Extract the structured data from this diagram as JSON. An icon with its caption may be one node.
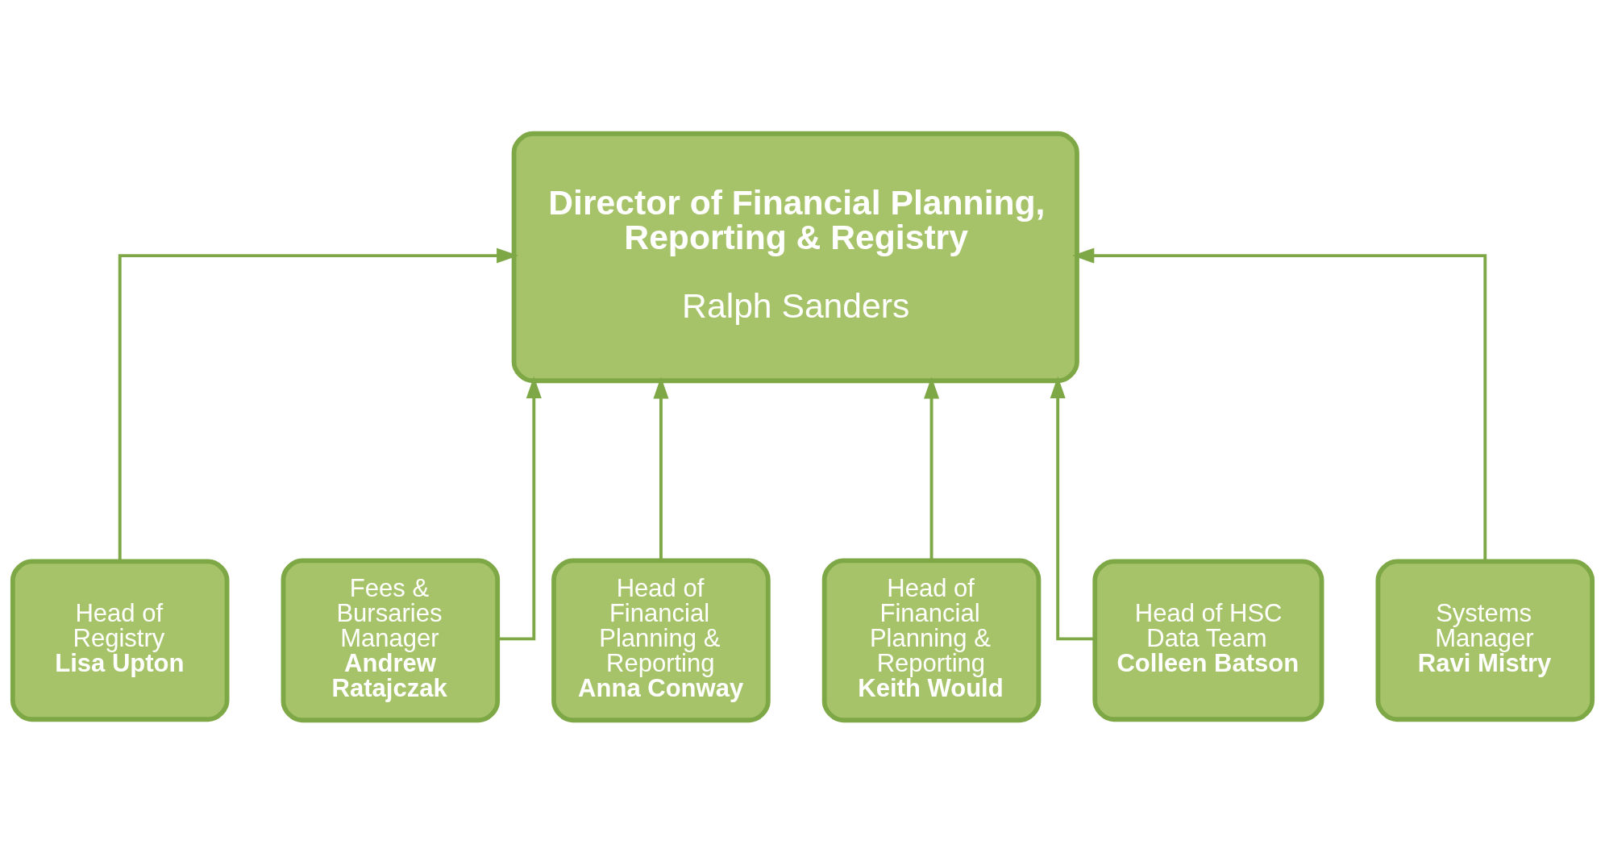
{
  "diagram": {
    "nodes": [
      {
        "text": [
          "Director of Financial Planning, Reporting & Registry",
          "Ralph Sanders"
        ]
      },
      {
        "text": [
          "Head of Registry",
          "Lisa Upton"
        ]
      },
      {
        "text": [
          "Fees & Bursaries Manager",
          "Andrew Ratajczak"
        ]
      },
      {
        "text": [
          "Head of Financial Planning & Reporting",
          "Anna Conway"
        ]
      },
      {
        "text": [
          "Head of Financial Planning & Reporting",
          "Keith Would"
        ]
      },
      {
        "text": [
          "Head of HSC Data Team",
          "Colleen Batson"
        ]
      },
      {
        "text": [
          "Systems Manager",
          "Ravi Mistry"
        ]
      }
    ],
    "edges": [
      {
        "from": 1,
        "to": 0,
        "arrow": "to"
      },
      {
        "from": 2,
        "to": 0,
        "arrow": "to"
      },
      {
        "from": 3,
        "to": 0,
        "arrow": "to"
      },
      {
        "from": 4,
        "to": 0,
        "arrow": "to"
      },
      {
        "from": 5,
        "to": 0,
        "arrow": "to"
      },
      {
        "from": 6,
        "to": 0,
        "arrow": "to"
      }
    ]
  }
}
